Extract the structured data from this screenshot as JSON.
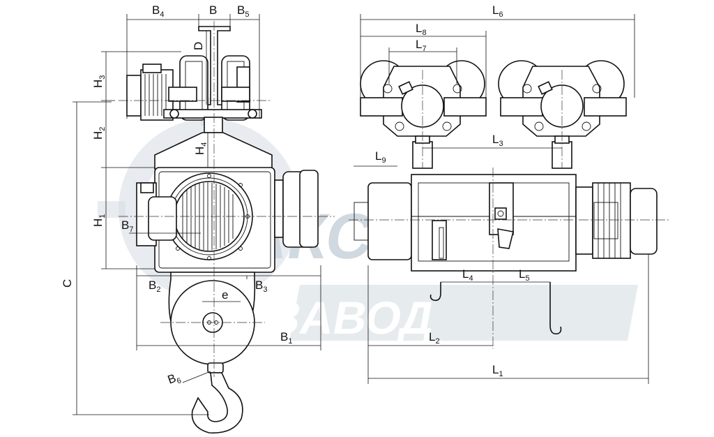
{
  "watermark": {
    "line1": "МАКСИМУМ",
    "line2": "ЗАВОД",
    "color": "#d0d9e0"
  },
  "labels": {
    "B4": {
      "main": "B",
      "sub": "4"
    },
    "B": {
      "main": "B",
      "sub": ""
    },
    "B5": {
      "main": "B",
      "sub": "5"
    },
    "D": {
      "main": "D",
      "sub": ""
    },
    "H3": {
      "main": "H",
      "sub": "3"
    },
    "H2": {
      "main": "H",
      "sub": "2"
    },
    "H4": {
      "main": "H",
      "sub": "4"
    },
    "H1": {
      "main": "H",
      "sub": "1"
    },
    "B7": {
      "main": "B",
      "sub": "7"
    },
    "C": {
      "main": "C",
      "sub": ""
    },
    "B2": {
      "main": "B",
      "sub": "2"
    },
    "B3": {
      "main": "B",
      "sub": "3"
    },
    "e": {
      "main": "e",
      "sub": ""
    },
    "B1": {
      "main": "B",
      "sub": "1"
    },
    "B6": {
      "main": "B",
      "sub": "6"
    },
    "L6": {
      "main": "L",
      "sub": "6"
    },
    "L8": {
      "main": "L",
      "sub": "8"
    },
    "L7": {
      "main": "L",
      "sub": "7"
    },
    "L3": {
      "main": "L",
      "sub": "3"
    },
    "L9": {
      "main": "L",
      "sub": "9"
    },
    "L4": {
      "main": "L",
      "sub": "4"
    },
    "L5": {
      "main": "L",
      "sub": "5"
    },
    "L2": {
      "main": "L",
      "sub": "2"
    },
    "L1": {
      "main": "L",
      "sub": "1"
    }
  }
}
